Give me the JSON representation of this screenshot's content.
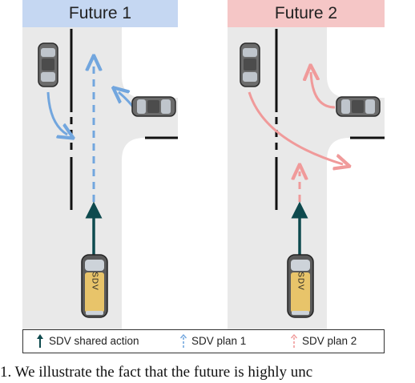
{
  "panels": [
    {
      "title": "Future 1"
    },
    {
      "title": "Future 2"
    }
  ],
  "vehicle_label": "SDV",
  "legend": [
    {
      "label": "SDV shared action",
      "color": "#0e4a4e",
      "style": "solid"
    },
    {
      "label": "SDV plan 1",
      "color": "#72a6de",
      "style": "dashed"
    },
    {
      "label": "SDV plan 2",
      "color": "#f09a9a",
      "style": "dashed"
    }
  ],
  "caption": "1. We illustrate the fact that the future is highly unc",
  "colors": {
    "shared_action": "#0e4a4e",
    "plan1": "#72a6de",
    "plan2": "#f09a9a",
    "road": "#e9e9e9",
    "sdv_body": "#e8c46a"
  }
}
